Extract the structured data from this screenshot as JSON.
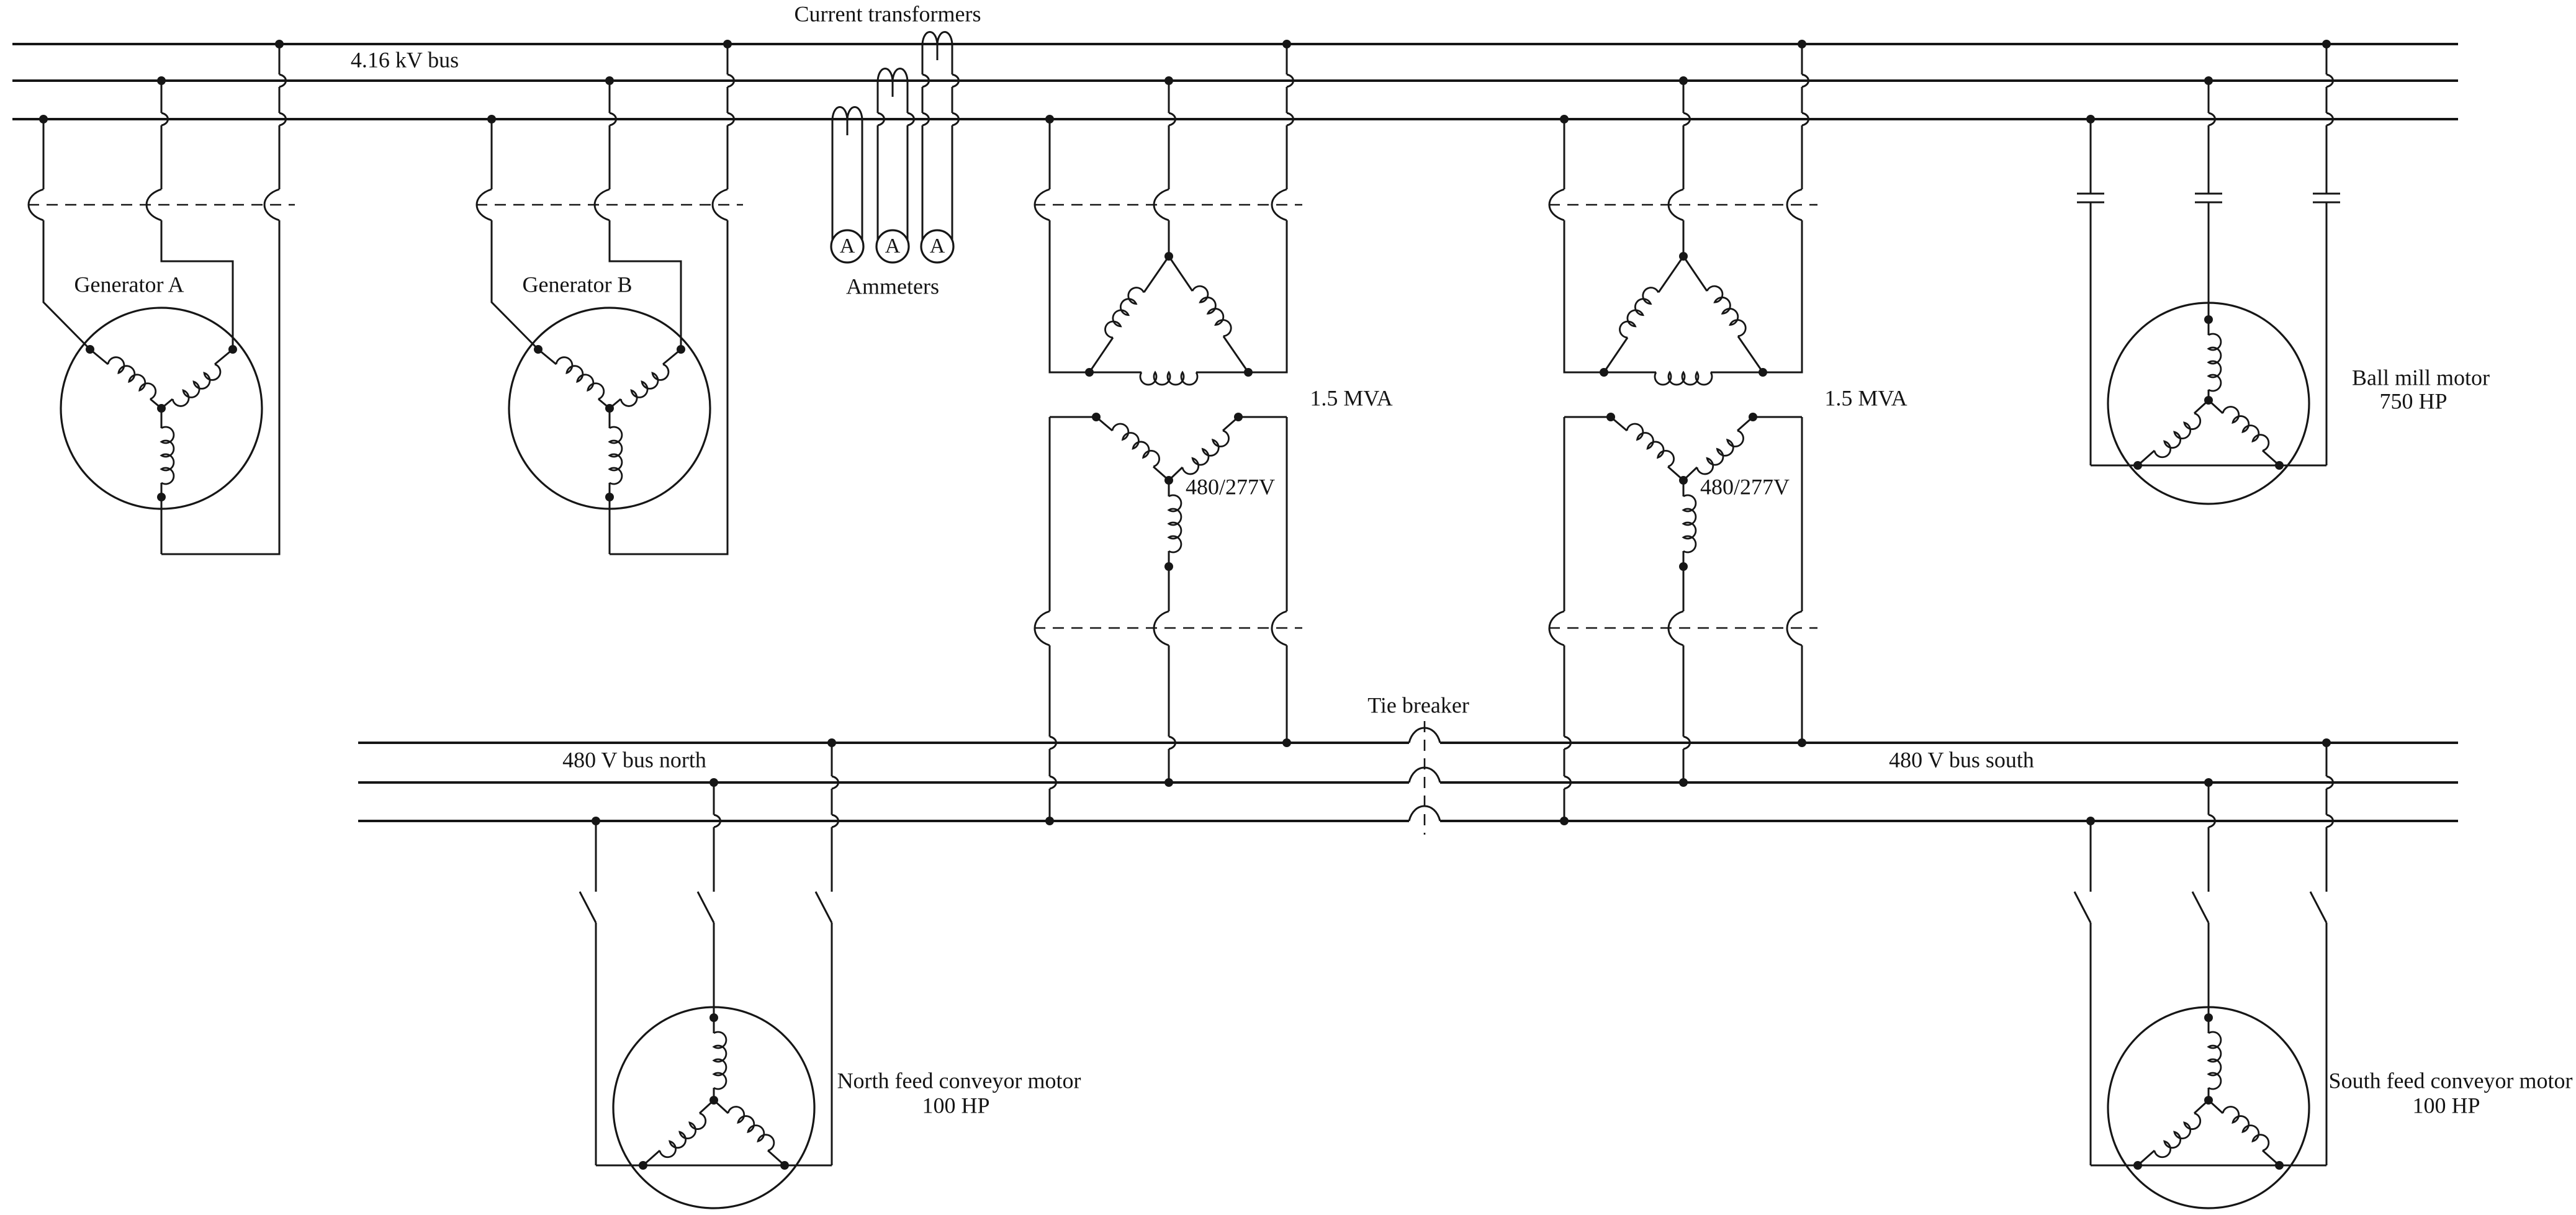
{
  "buses": {
    "hv": {
      "label": "4.16 kV bus"
    },
    "lv_north": {
      "label": "480 V bus north"
    },
    "lv_south": {
      "label": "480 V bus south"
    }
  },
  "instruments": {
    "current_transformers_label": "Current transformers",
    "ammeters_label": "Ammeters",
    "ammeter_letters": [
      "A",
      "A",
      "A"
    ]
  },
  "generators": [
    {
      "label": "Generator A"
    },
    {
      "label": "Generator B"
    }
  ],
  "transformers": [
    {
      "rating": "1.5 MVA",
      "secondary": "480/277V"
    },
    {
      "rating": "1.5 MVA",
      "secondary": "480/277V"
    }
  ],
  "tie_breaker": {
    "label": "Tie breaker"
  },
  "motors": {
    "ball_mill": {
      "label": "Ball mill motor",
      "rating": "750 HP"
    },
    "north_conveyor": {
      "label": "North feed conveyor motor",
      "rating": "100 HP"
    },
    "south_conveyor": {
      "label": "South feed conveyor motor",
      "rating": "100 HP"
    }
  },
  "colors": {
    "line": "#161616",
    "background": "#ffffff"
  }
}
